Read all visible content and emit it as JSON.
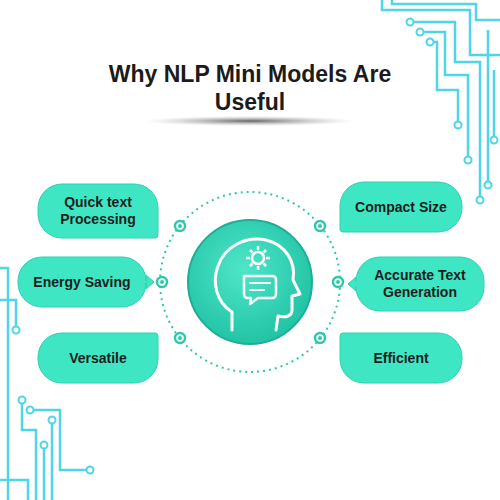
{
  "diagram": {
    "title": "Why NLP Mini Models Are Useful",
    "nodes": [
      {
        "text": [
          "Quick text Processing"
        ]
      },
      {
        "text": [
          "Compact Size"
        ]
      },
      {
        "text": [
          "Energy Saving"
        ]
      },
      {
        "text": [
          "Accurate Text Generation"
        ]
      },
      {
        "text": [
          "Versatile"
        ]
      },
      {
        "text": [
          "Efficient"
        ]
      }
    ]
  }
}
